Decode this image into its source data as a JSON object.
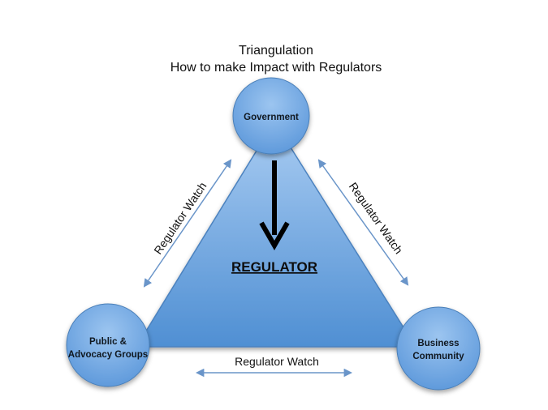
{
  "title": {
    "line1": "Triangulation",
    "line2": "How to make Impact with Regulators"
  },
  "center_label": "REGULATOR",
  "nodes": {
    "government": {
      "label": "Government"
    },
    "public": {
      "line1": "Public &",
      "line2": "Advocacy Groups"
    },
    "business": {
      "line1": "Business",
      "line2": "Community"
    }
  },
  "edges": {
    "left": {
      "label": "Regulator Watch"
    },
    "right": {
      "label": "Regulator Watch"
    },
    "bottom": {
      "label": "Regulator Watch"
    }
  },
  "colors": {
    "triangle_fill": "#5b9bd5",
    "circle_fill": "#6aa6e3",
    "circle_stroke": "#4a7fb8",
    "double_arrow": "#6a95c9",
    "down_arrow": "#000000"
  }
}
